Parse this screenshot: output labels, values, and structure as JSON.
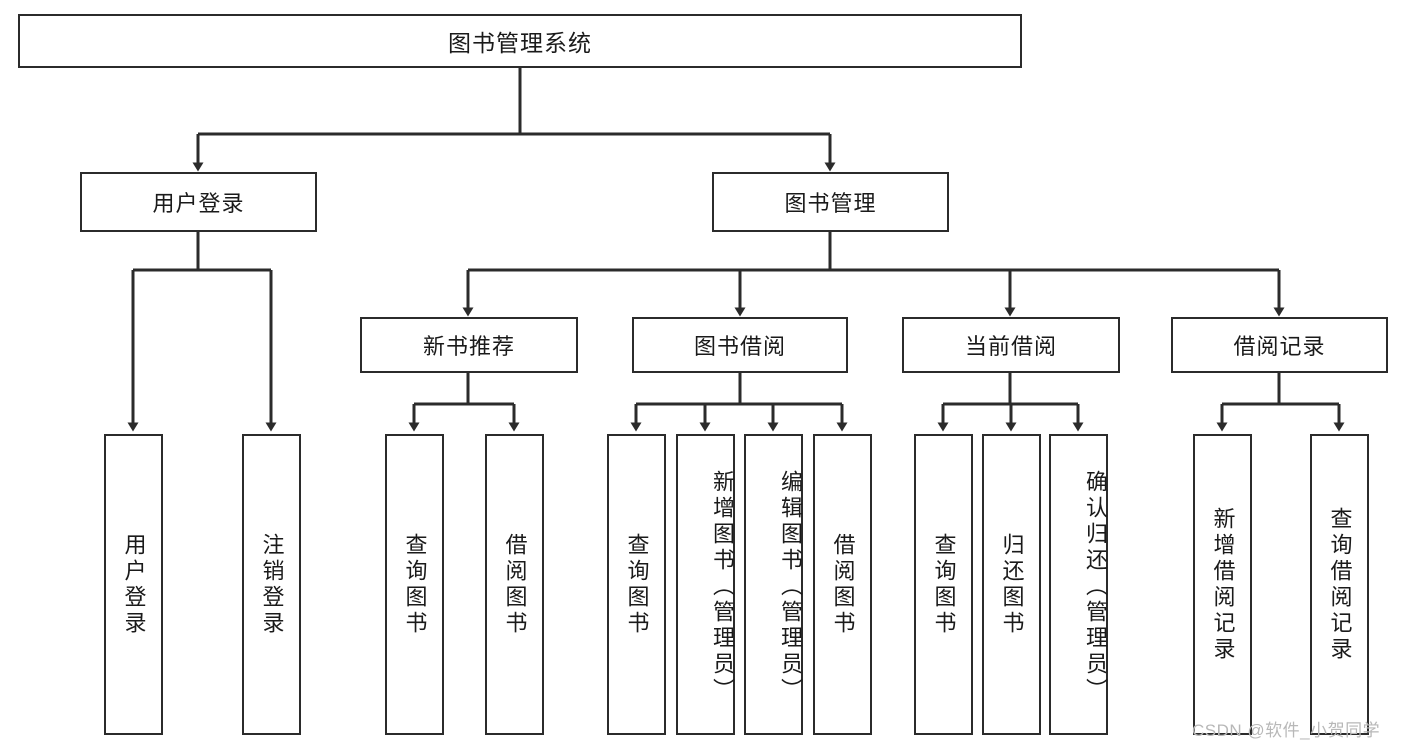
{
  "diagram": {
    "title": "图书管理系统",
    "background": "#ffffff",
    "stroke": "#2b2b2b",
    "text_color": "#1a1a1a",
    "watermark": "CSDN @软件_小贺同学",
    "watermark_color": "#b8b8b8"
  },
  "nodes": {
    "root": {
      "label": "图书管理系统"
    },
    "level1": {
      "user_login": {
        "label": "用户登录"
      },
      "book_manage": {
        "label": "图书管理"
      }
    },
    "level2": {
      "new_book_rec": {
        "label": "新书推荐"
      },
      "book_borrow": {
        "label": "图书借阅"
      },
      "current_borrow": {
        "label": "当前借阅"
      },
      "borrow_record": {
        "label": "借阅记录"
      }
    },
    "leaves": {
      "user_login_1": {
        "label": "用户登录"
      },
      "user_login_2": {
        "label": "注销登录"
      },
      "new_book_1": {
        "label": "查询图书"
      },
      "new_book_2": {
        "label": "借阅图书"
      },
      "borrow_1": {
        "label": "查询图书"
      },
      "borrow_2": {
        "label": "新增图书（管理员）"
      },
      "borrow_3": {
        "label": "编辑图书（管理员）"
      },
      "borrow_4": {
        "label": "借阅图书"
      },
      "current_1": {
        "label": "查询图书"
      },
      "current_2": {
        "label": "归还图书"
      },
      "current_3": {
        "label": "确认归还（管理员）"
      },
      "record_1": {
        "label": "新增借阅记录"
      },
      "record_2": {
        "label": "查询借阅记录"
      }
    }
  }
}
